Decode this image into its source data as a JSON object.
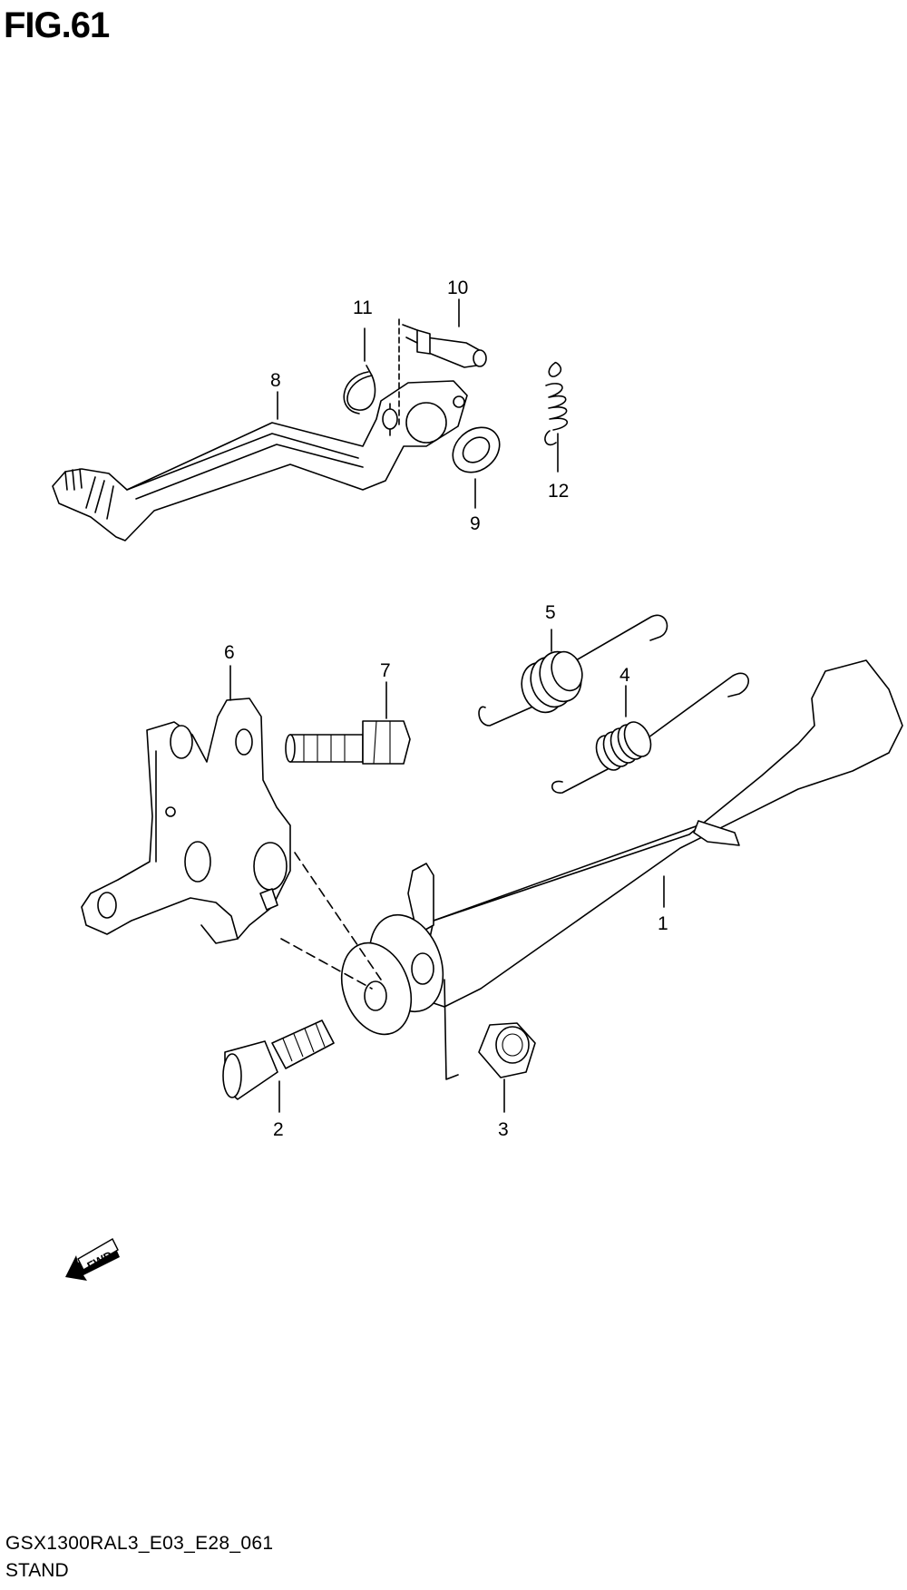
{
  "figure": {
    "title": "FIG.61"
  },
  "callouts": [
    {
      "id": "1",
      "label": "1"
    },
    {
      "id": "2",
      "label": "2"
    },
    {
      "id": "3",
      "label": "3"
    },
    {
      "id": "4",
      "label": "4"
    },
    {
      "id": "5",
      "label": "5"
    },
    {
      "id": "6",
      "label": "6"
    },
    {
      "id": "7",
      "label": "7"
    },
    {
      "id": "8",
      "label": "8"
    },
    {
      "id": "9",
      "label": "9"
    },
    {
      "id": "10",
      "label": "10"
    },
    {
      "id": "11",
      "label": "11"
    },
    {
      "id": "12",
      "label": "12"
    }
  ],
  "direction_marker": {
    "label": "FWD",
    "icon": "forward-arrow-icon"
  },
  "footer": {
    "code": "GSX1300RAL3_E03_E28_061",
    "name": "STAND"
  }
}
